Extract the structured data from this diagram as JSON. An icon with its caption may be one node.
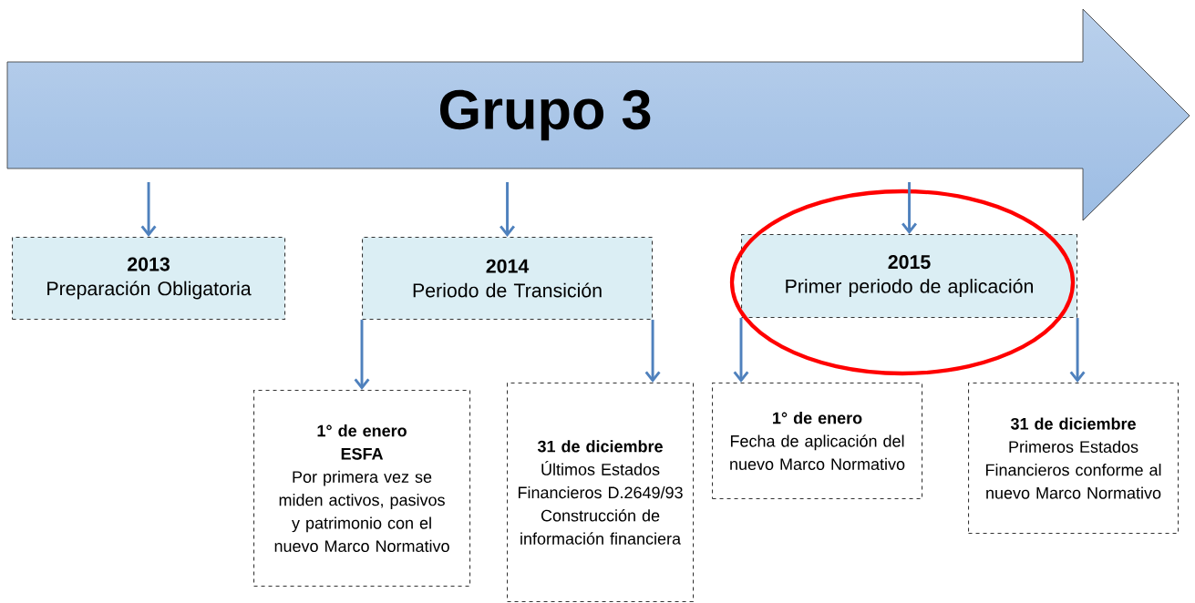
{
  "diagram": {
    "nodes": [
      {
        "text": [
          "Grupo 3"
        ]
      },
      {
        "text": [
          "2013",
          "Preparación Obligatoria"
        ]
      },
      {
        "text": [
          "2014",
          "Periodo de Transición"
        ]
      },
      {
        "text": [
          "2015",
          "Primer periodo de aplicación"
        ]
      },
      {
        "text": [
          "1° de enero",
          "ESFA",
          "Por primera vez se miden activos, pasivos y patrimonio con el nuevo Marco Normativo"
        ]
      },
      {
        "text": [
          "31 de diciembre",
          "Últimos Estados Financieros D.2649/93 Construcción de información financiera"
        ]
      },
      {
        "text": [
          "1° de enero",
          "Fecha de aplicación del nuevo Marco Normativo"
        ]
      },
      {
        "text": [
          "31 de diciembre",
          "Primeros Estados Financieros conforme al nuevo Marco Normativo"
        ]
      }
    ],
    "edges": [
      {
        "from": 0,
        "to": 1,
        "arrow": "to"
      },
      {
        "from": 0,
        "to": 2,
        "arrow": "to"
      },
      {
        "from": 0,
        "to": 3,
        "arrow": "to"
      },
      {
        "from": 2,
        "to": 4,
        "arrow": "to"
      },
      {
        "from": 2,
        "to": 5,
        "arrow": "to"
      },
      {
        "from": 3,
        "to": 6,
        "arrow": "to"
      },
      {
        "from": 3,
        "to": 7,
        "arrow": "to"
      }
    ]
  }
}
